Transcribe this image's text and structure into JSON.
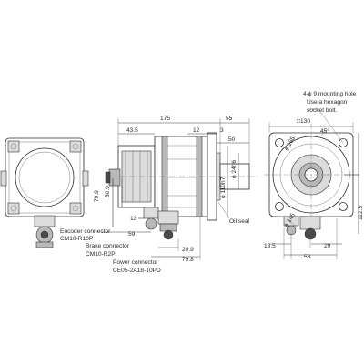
{
  "labels": {
    "mounting_hole_1": "4-ϕ 9 mounting hole",
    "mounting_hole_2": "Use a hexagon",
    "mounting_hole_3": "socket bolt.",
    "encoder_1": "Encoder connector",
    "encoder_2": "CM10-R10P",
    "brake_1": "Brake connector",
    "brake_2": "CM10-R2P",
    "power_1": "Power connector",
    "power_2": "CE05-2A18-10PD",
    "oil_seal": "Oil seal"
  },
  "dimensions": {
    "d175": "175",
    "d55": "55",
    "d43_5": "43.5",
    "d12": "12",
    "d3": "3",
    "d50": "50",
    "d79_9a": "79.9",
    "d50_9": "50.9",
    "d13": "13",
    "d59": "59",
    "d20_9": "20.9",
    "d79_9b": "79.8",
    "shaft_dia": "ϕ 24h6",
    "pilot_dia": "ϕ 110h7",
    "d130": "□130",
    "d45": "45°",
    "d165": "ϕ 165",
    "d145": "ϕ 145",
    "d112_5": "112.5",
    "d13_5": "13.5",
    "d29": "29",
    "d58": "58"
  }
}
